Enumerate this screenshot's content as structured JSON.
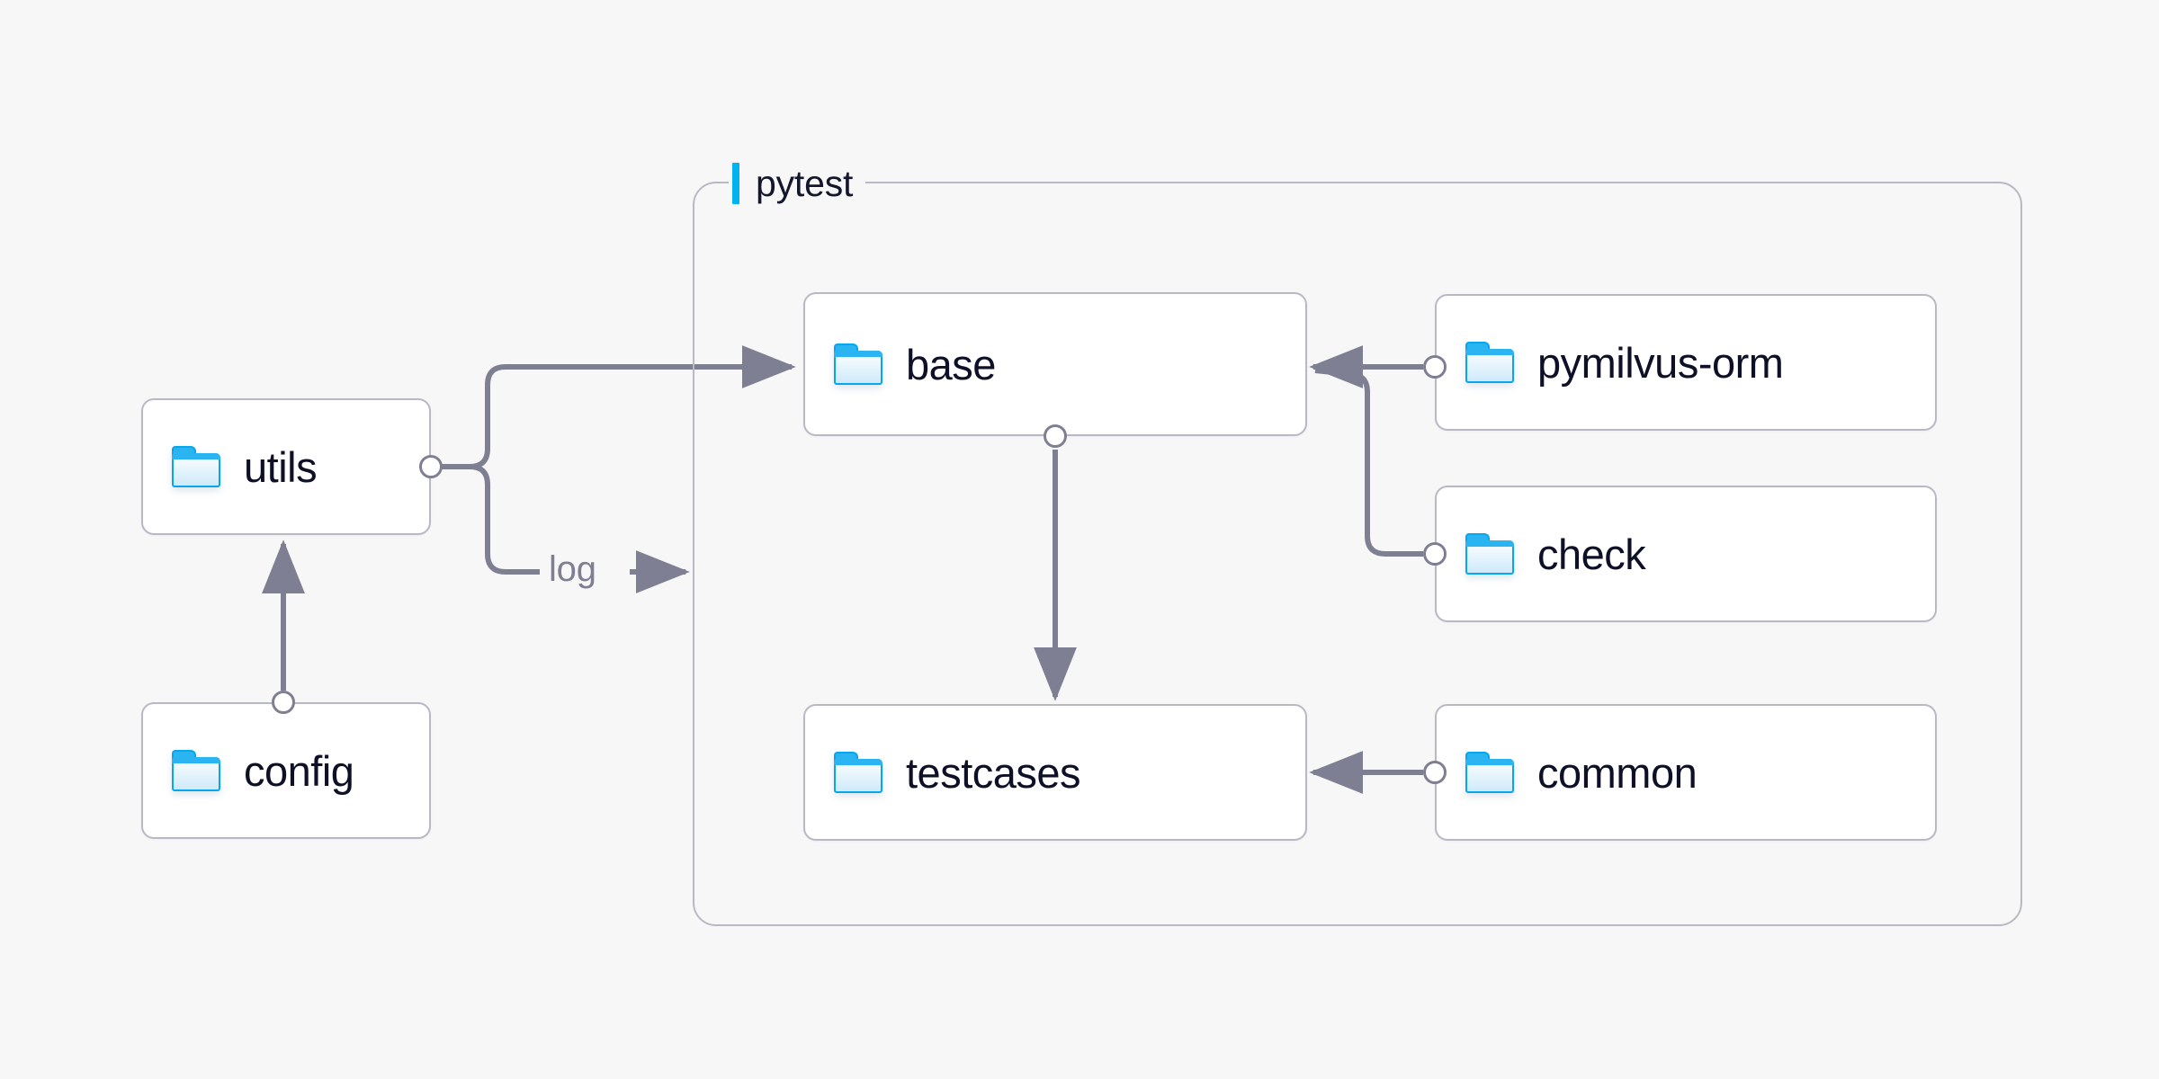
{
  "diagram": {
    "background_color": "#f7f7f7",
    "accent_color": "#00b2f0",
    "edge_color": "#7e7f92",
    "box_border_color": "#b9b9c6",
    "text_color": "#0d1026",
    "group": {
      "title": "pytest",
      "accent_color": "#00b2f0"
    },
    "nodes": [
      {
        "id": "utils",
        "label": "utils",
        "icon": "folder-icon"
      },
      {
        "id": "config",
        "label": "config",
        "icon": "folder-icon"
      },
      {
        "id": "base",
        "label": "base",
        "icon": "folder-icon"
      },
      {
        "id": "testcases",
        "label": "testcases",
        "icon": "folder-icon"
      },
      {
        "id": "pymilvus-orm",
        "label": "pymilvus-orm",
        "icon": "folder-icon"
      },
      {
        "id": "check",
        "label": "check",
        "icon": "folder-icon"
      },
      {
        "id": "common",
        "label": "common",
        "icon": "folder-icon"
      }
    ],
    "edges": [
      {
        "from": "config",
        "to": "utils",
        "label": ""
      },
      {
        "from": "utils",
        "to": "base",
        "label": ""
      },
      {
        "from": "utils",
        "to": "pytest",
        "label": "log"
      },
      {
        "from": "base",
        "to": "testcases",
        "label": ""
      },
      {
        "from": "pymilvus-orm",
        "to": "base",
        "label": ""
      },
      {
        "from": "check",
        "to": "base",
        "label": ""
      },
      {
        "from": "common",
        "to": "testcases",
        "label": ""
      }
    ],
    "edge_labels": {
      "log": "log"
    }
  }
}
